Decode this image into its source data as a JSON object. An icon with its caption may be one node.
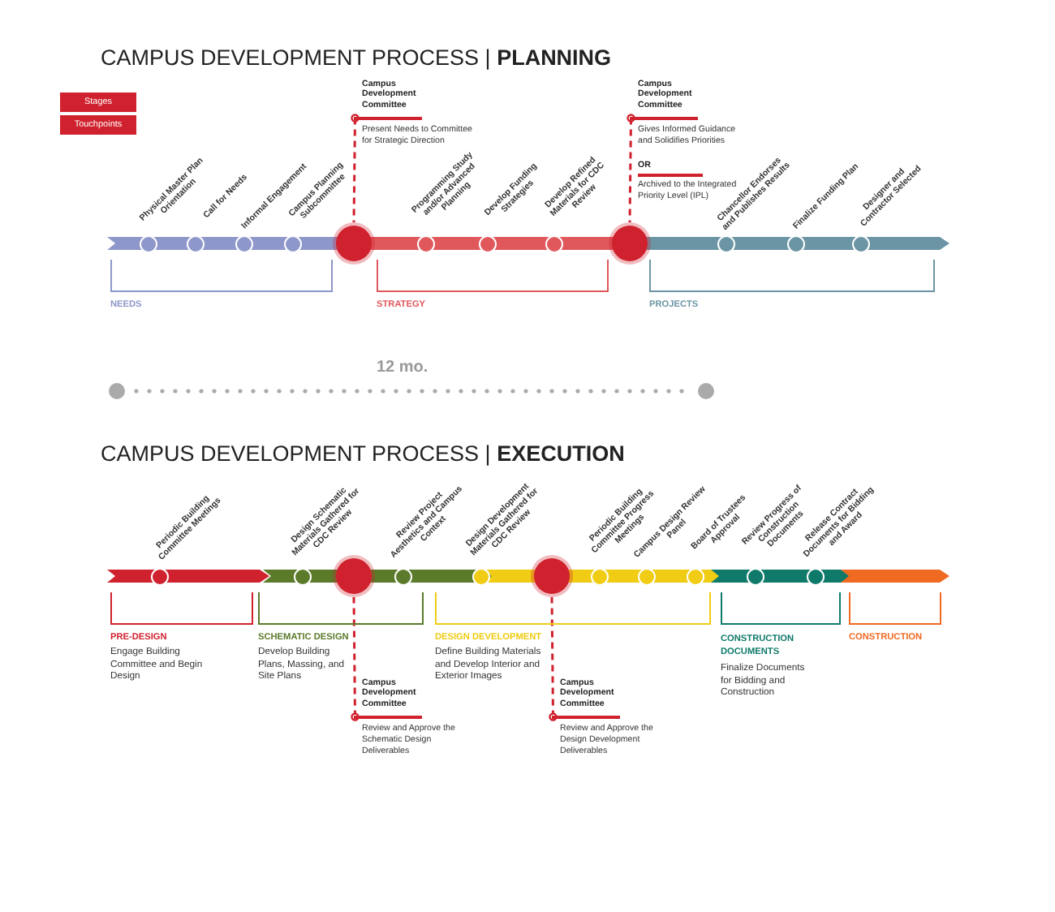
{
  "diagram": {
    "nodes": [
      {
        "text": [
          "Physical Master Plan Orientation"
        ]
      },
      {
        "text": [
          "Call for Needs"
        ]
      },
      {
        "text": [
          "Informal Engagement"
        ]
      },
      {
        "text": [
          "Campus Planning Subcommittee"
        ]
      },
      {
        "text": [],
        "shape": "circle"
      },
      {
        "text": [
          "Programming Study and/or Advanced Planning"
        ]
      },
      {
        "text": [
          "Develop Funding Strategies"
        ]
      },
      {
        "text": [
          "Develop Refined Materials for CDC Review"
        ]
      },
      {
        "text": [],
        "shape": "circle"
      },
      {
        "text": [
          "Chancellor Endorses and Publishes Results"
        ]
      },
      {
        "text": [
          "Finalize Funding Plan"
        ]
      },
      {
        "text": [
          "Designer and Contractor Selected"
        ]
      },
      {
        "text": [
          "Campus Development Committee",
          "Present Needs to Committee for Strategic Direction"
        ]
      },
      {
        "text": [
          "Campus Development Committee",
          "Gives Informed Guidance and Solidifies Priorities",
          "OR",
          "Archived to the Integrated Priority Level (IPL)"
        ]
      },
      {
        "text": [
          "NEEDS"
        ]
      },
      {
        "text": [
          "STRATEGY"
        ]
      },
      {
        "text": [
          "PROJECTS"
        ]
      },
      {
        "text": [
          "Periodic Building Committee Meetings"
        ]
      },
      {
        "text": [
          "Design Schematic Materials Gathered for CDC Review"
        ]
      },
      {
        "text": [],
        "shape": "circle"
      },
      {
        "text": [
          "Review Project Aesthetics and Campus Context"
        ]
      },
      {
        "text": [
          "Design Development Materials Gathered for CDC Review"
        ]
      },
      {
        "text": [],
        "shape": "circle"
      },
      {
        "text": [
          "Periodic Building Committee Progress Meetings"
        ]
      },
      {
        "text": [
          "Campus Design Review Panel"
        ]
      },
      {
        "text": [
          "Board of Trustees Approval"
        ]
      },
      {
        "text": [
          "Review Progress of Construction Documents"
        ]
      },
      {
        "text": [
          "Release Contract Documents for Bidding and Award"
        ]
      },
      {
        "text": [
          "PRE-DESIGN",
          "Engage Building Committee and Begin Design"
        ]
      },
      {
        "text": [
          "SCHEMATIC DESIGN",
          "Develop Building Plans, Massing, and Site Plans"
        ]
      },
      {
        "text": [
          "DESIGN DEVELOPMENT",
          "Define Building Materials and Develop Interior and Exterior Images"
        ]
      },
      {
        "text": [
          "CONSTRUCTION DOCUMENTS",
          "Finalize Documents for Bidding and Construction"
        ]
      },
      {
        "text": [
          "CONSTRUCTION"
        ]
      },
      {
        "text": [
          "Campus Development Committee",
          "Review and Approve the Schematic Design Deliverables"
        ]
      },
      {
        "text": [
          "Campus Development Committee",
          "Review and Approve the Design Development Deliverables"
        ]
      }
    ],
    "edges": [
      {
        "from": 12,
        "to": 4,
        "arrow": "other",
        "style": "dashed"
      },
      {
        "from": 13,
        "to": 8,
        "arrow": "other",
        "style": "dashed"
      },
      {
        "from": 33,
        "to": 19,
        "arrow": "other",
        "style": "dashed"
      },
      {
        "from": 34,
        "to": 22,
        "arrow": "other",
        "style": "dashed"
      }
    ],
    "labels": [
      "CAMPUS DEVELOPMENT PROCESS | **PLANNING**",
      "12 mo.",
      "CAMPUS DEVELOPMENT PROCESS | **EXECUTION**"
    ],
    "legend": [
      {
        "text": "Stages",
        "color": "#d0222e"
      },
      {
        "text": "Touchpoints",
        "color": "#d0222e"
      }
    ]
  }
}
